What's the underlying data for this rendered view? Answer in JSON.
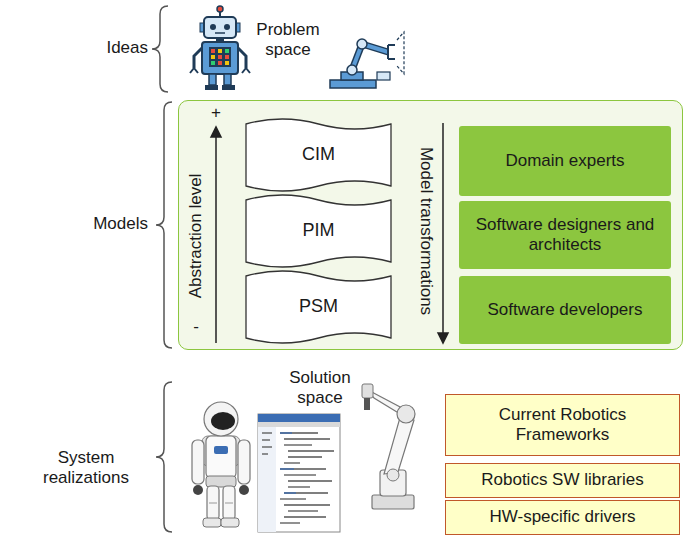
{
  "diagram": {
    "nodes": [
      {
        "text": [
          "+",
          "Abstraction level",
          "-",
          "Model transformations"
        ]
      },
      {
        "text": [
          "CIM"
        ],
        "in": 0
      },
      {
        "text": [
          "PIM"
        ],
        "in": 0
      },
      {
        "text": [
          "PSM"
        ],
        "in": 0
      },
      {
        "text": [
          "Domain experts"
        ],
        "in": 0
      },
      {
        "text": [
          "Software designers and architects"
        ],
        "in": 0
      },
      {
        "text": [
          "Software developers"
        ],
        "in": 0
      },
      {
        "text": [
          "Current Robotics Frameworks"
        ]
      },
      {
        "text": [
          "Robotics SW libraries"
        ]
      },
      {
        "text": [
          "HW-specific drivers"
        ]
      }
    ],
    "labels": [
      "Ideas",
      "Problem space",
      "Models",
      "System realizations",
      "Solution space"
    ]
  }
}
